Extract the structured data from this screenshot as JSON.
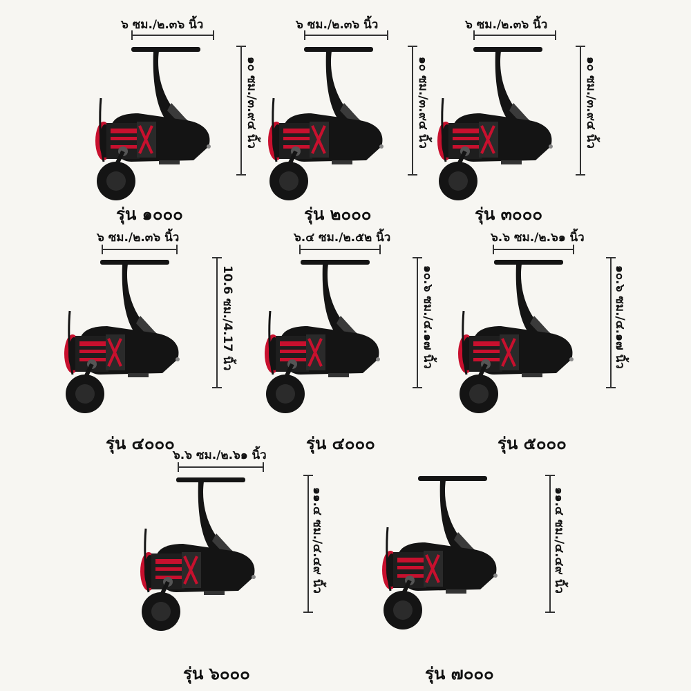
{
  "accent_color": "#c8102e",
  "reel_color": "#141414",
  "reels": [
    {
      "model": "รุ่น ๑๐๐๐",
      "width_label": "๖ ซม./๒.๓๖ นิ้ว",
      "height_label": "๑๐ ซม./๓.๙๔ นิ้ว"
    },
    {
      "model": "รุ่น ๒๐๐๐",
      "width_label": "๖ ซม./๒.๓๖ นิ้ว",
      "height_label": "๑๐ ซม./๓.๙๔ นิ้ว"
    },
    {
      "model": "รุ่น ๓๐๐๐",
      "width_label": "๖ ซม./๒.๓๖ นิ้ว",
      "height_label": "๑๐ ซม./๓.๙๔ นิ้ว"
    },
    {
      "model": "รุ่น ๔๐๐๐",
      "width_label": "๖ ซม./๒.๓๖ นิ้ว",
      "height_label": "10.6 ซม./4.17 นิ้ว"
    },
    {
      "model": "รุ่น ๔๐๐๐",
      "width_label": "๖.๔ ซม./๒.๕๒ นิ้ว",
      "height_label": "๑๐.๖ ซม./๔.๑๗ นิ้ว"
    },
    {
      "model": "รุ่น ๕๐๐๐",
      "width_label": "๖.๖ ซม./๒.๖๑ นิ้ว",
      "height_label": "๑๐.๖ ซม./๔.๑๗ นิ้ว"
    },
    {
      "model": "รุ่น ๖๐๐๐",
      "width_label": "๖.๖ ซม./๒.๖๑ นิ้ว",
      "height_label": "๑๑.๔ ซม./๔.๔๙ นิ้ว"
    },
    {
      "model": "รุ่น ๗๐๐๐",
      "width_label": "",
      "height_label": "๑๑.๔ ซม./๔.๔๙ นิ้ว"
    }
  ]
}
